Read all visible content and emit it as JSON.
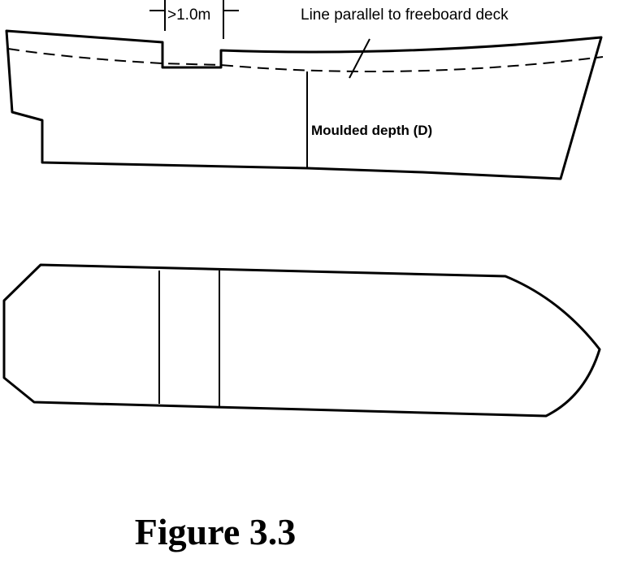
{
  "diagram": {
    "dimension_label": ">1.0m",
    "parallel_line_label": "Line parallel to freeboard deck",
    "depth_label": "Moulded depth (D)"
  },
  "caption": "Figure 3.3"
}
